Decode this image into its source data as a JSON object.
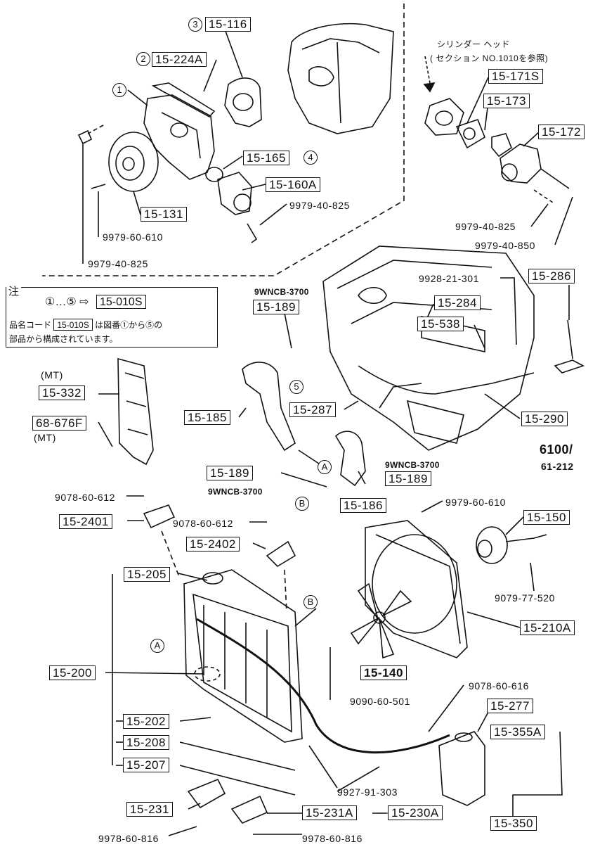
{
  "labels": {
    "p15_116": "15-116",
    "p15_224a": "15-224A",
    "p15_165": "15-165",
    "p15_160a": "15-160A",
    "p15_131": "15-131",
    "b9979_40_825_a": "9979-40-825",
    "b9979_60_610_a": "9979-60-610",
    "b9979_40_825_b": "9979-40-825",
    "p15_171s": "15-171S",
    "p15_173": "15-173",
    "p15_172": "15-172",
    "b9979_40_825_c": "9979-40-825",
    "b9979_40_850": "9979-40-850",
    "b9928_21_301": "9928-21-301",
    "p15_286": "15-286",
    "p15_284": "15-284",
    "p15_538": "15-538",
    "c9wncb_a": "9WNCB-3700",
    "p15_189_a": "15-189",
    "p15_332": "15-332",
    "p68_676f": "68-676F",
    "mt_a": "(MT)",
    "mt_b": "(MT)",
    "p15_185": "15-185",
    "p15_287": "15-287",
    "p15_290": "15-290",
    "ref6100": "6100/",
    "ref61_212": "61-212",
    "c9wncb_b": "9WNCB-3700",
    "p15_189_b": "15-189",
    "c9wncb_c": "9WNCB-3700",
    "p15_189_c": "15-189",
    "p15_186": "15-186",
    "b9078_60_612_a": "9078-60-612",
    "p15_2401": "15-2401",
    "b9078_60_612_b": "9078-60-612",
    "p15_2402": "15-2402",
    "b9979_60_610_b": "9979-60-610",
    "p15_150": "15-150",
    "b9079_77_520": "9079-77-520",
    "p15_205": "15-205",
    "p15_210a": "15-210A",
    "p15_200": "15-200",
    "p15_140": "15-140",
    "b9078_60_616": "9078-60-616",
    "p15_277": "15-277",
    "b9090_60_501": "9090-60-501",
    "p15_355a": "15-355A",
    "p15_202": "15-202",
    "p15_208": "15-208",
    "p15_207": "15-207",
    "b9927_91_303": "9927-91-303",
    "p15_231": "15-231",
    "p15_231a": "15-231A",
    "p15_230a": "15-230A",
    "p15_350": "15-350",
    "b9978_60_816_a": "9978-60-816",
    "b9978_60_816_b": "9978-60-816"
  },
  "circles": {
    "c1": "1",
    "c2": "2",
    "c3": "3",
    "c4": "4",
    "c5": "5",
    "cA1": "A",
    "cB1": "B",
    "cA2": "A",
    "cB2": "B"
  },
  "note": {
    "title": "注",
    "range": "①…⑤ ⇨",
    "code_box": "15-010S",
    "line2_prefix": "品名コード",
    "line2_code": "15-010S",
    "line2_suffix": "は図番①から⑤の",
    "line3": "部品から構成されています。"
  },
  "cylinder_head_note": {
    "line1": "シリンダー ヘッド",
    "line2": "( セクション NO.1010を参照)"
  }
}
